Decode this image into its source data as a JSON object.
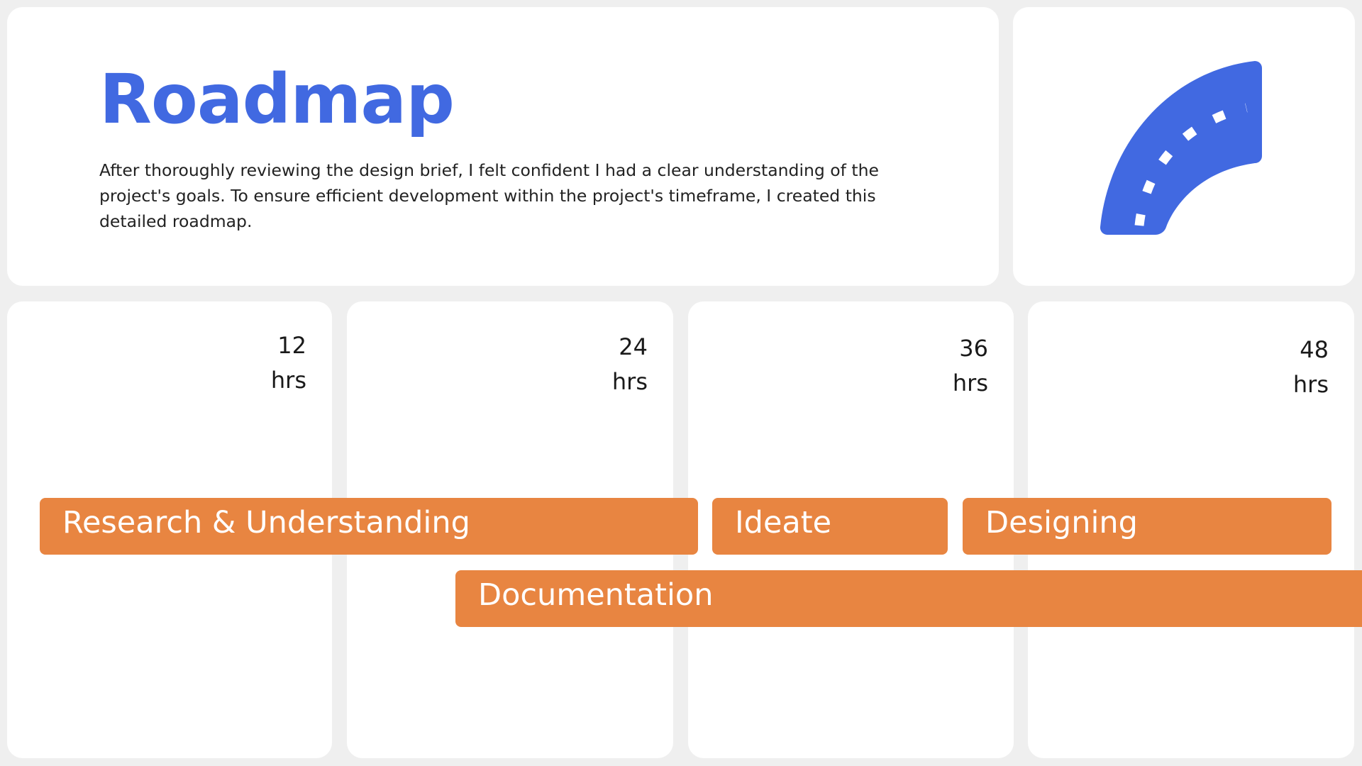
{
  "header": {
    "title": "Roadmap",
    "description": "After thoroughly reviewing the design brief, I felt confident I had a clear understanding of the project's goals. To ensure efficient development within the project's timeframe, I created this detailed roadmap."
  },
  "icon": {
    "name": "road-icon",
    "color": "#4169e1"
  },
  "timeline": {
    "columns": [
      {
        "value": "12",
        "unit": "hrs"
      },
      {
        "value": "24",
        "unit": "hrs"
      },
      {
        "value": "36",
        "unit": "hrs"
      },
      {
        "value": "48",
        "unit": "hrs"
      }
    ],
    "tasks": [
      {
        "label": "Research & Understanding"
      },
      {
        "label": "Ideate"
      },
      {
        "label": "Designing"
      },
      {
        "label": "Documentation"
      }
    ]
  },
  "colors": {
    "accent_blue": "#4169e1",
    "task_orange": "#e88541",
    "background": "#efefef",
    "card": "#ffffff"
  }
}
